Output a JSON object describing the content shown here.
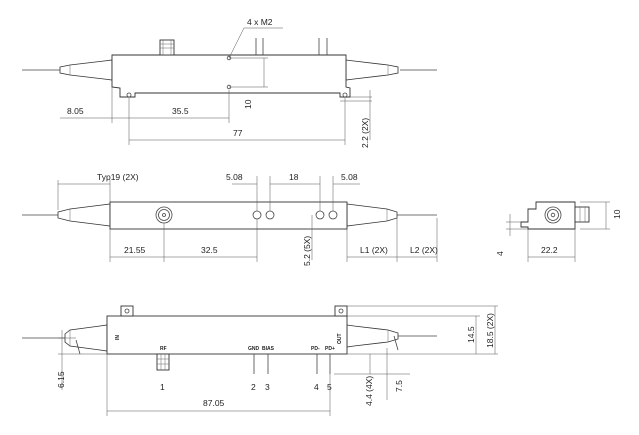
{
  "labels": {
    "mount_holes": "4 x M2",
    "d_8_05": "8.05",
    "d_35_5": "35.5",
    "d_10_top": "10",
    "d_2_2": "2.2 (2X)",
    "d_77": "77",
    "typ19": "Typ19 (2X)",
    "d_5_08_a": "5.08",
    "d_18": "18",
    "d_5_08_b": "5.08",
    "d_21_55": "21.55",
    "d_32_5": "32.5",
    "d_5_2": "5.2 (5X)",
    "d_l1": "L1 (2X)",
    "d_l2": "L2 (2X)",
    "d_10_side": "10",
    "d_4": "4",
    "d_22_2": "22.2",
    "in_label": "IN",
    "out_label": "OUT",
    "rf_label": "RF",
    "gnd_label": "GND",
    "bias_label": "BIAS",
    "pd_minus": "PD-",
    "pd_plus": "PD+",
    "pin1": "1",
    "pin2": "2",
    "pin3": "3",
    "pin4": "4",
    "pin5": "5",
    "d_14_5": "14.5",
    "d_18_5": "18.5 (2X)",
    "d_6_15": "6.15",
    "d_4_4": "4.4 (4X)",
    "d_7_5": "7.5",
    "d_87_05": "87.05"
  }
}
